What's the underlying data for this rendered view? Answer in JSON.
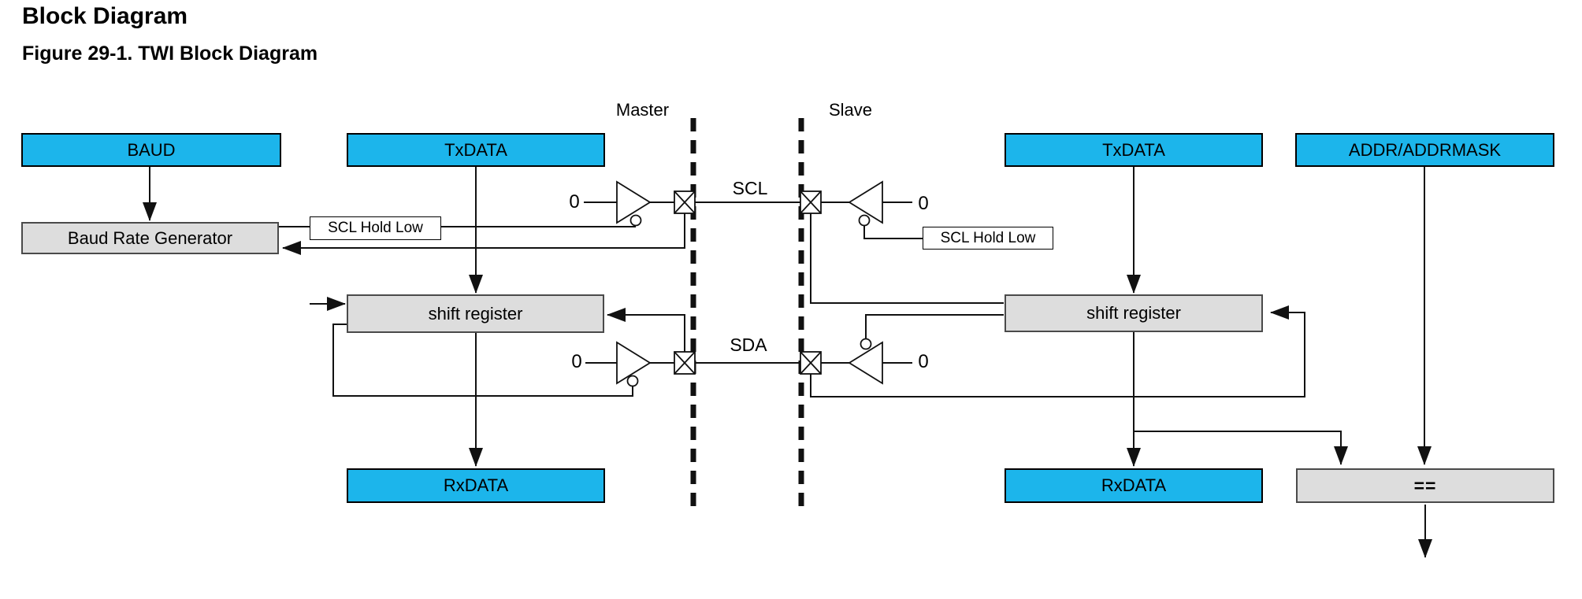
{
  "header": {
    "title": "Block Diagram",
    "figure_caption": "Figure 29-1.  TWI Block Diagram"
  },
  "diagram": {
    "region_labels": {
      "master": "Master",
      "slave": "Slave"
    },
    "bus_labels": {
      "scl": "SCL",
      "sda": "SDA"
    },
    "blocks": {
      "baud": "BAUD",
      "baud_rate_generator": "Baud Rate Generator",
      "txdata_master": "TxDATA",
      "txdata_slave": "TxDATA",
      "addr_addrmask": "ADDR/ADDRMASK",
      "shift_register_master": "shift register",
      "shift_register_slave": "shift register",
      "rxdata_master": "RxDATA",
      "rxdata_slave": "RxDATA",
      "comparator": "=="
    },
    "annotations": {
      "scl_hold_low_master": "SCL Hold Low",
      "scl_hold_low_slave": "SCL Hold Low",
      "zero_master_scl": "0",
      "zero_master_sda": "0",
      "zero_slave_scl": "0",
      "zero_slave_sda": "0"
    },
    "colors": {
      "register_fill": "#1CB5EB",
      "logic_fill": "#DDDDDD",
      "line": "#111111"
    }
  }
}
